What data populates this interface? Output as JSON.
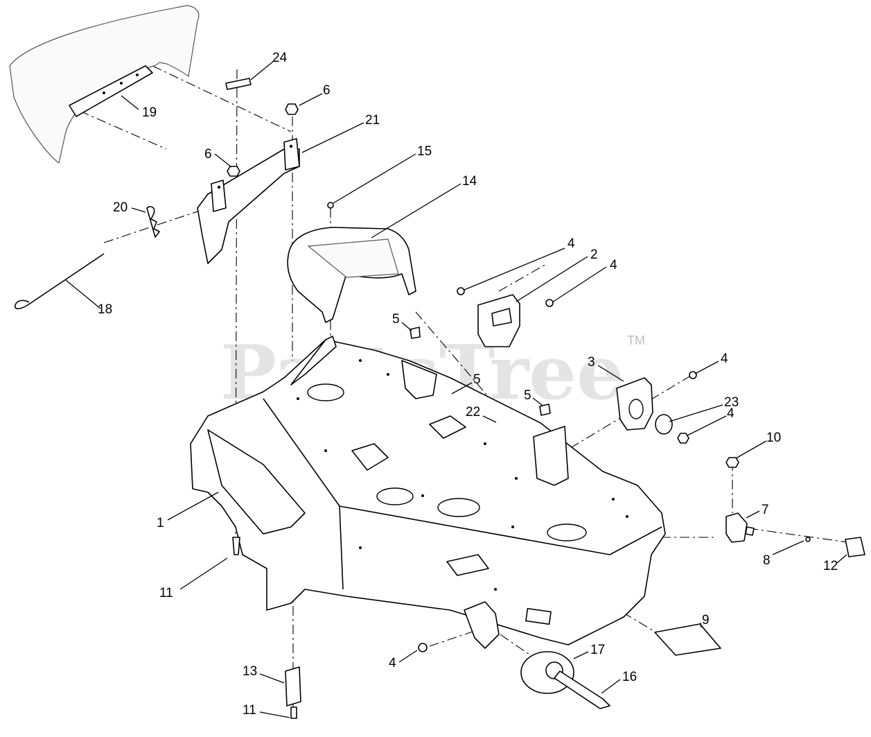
{
  "watermark": {
    "text": "PartsTree",
    "trademark": "TM"
  },
  "callouts": [
    {
      "id": "c1",
      "label": "1"
    },
    {
      "id": "c2",
      "label": "2"
    },
    {
      "id": "c3",
      "label": "3"
    },
    {
      "id": "c4a",
      "label": "4"
    },
    {
      "id": "c4b",
      "label": "4"
    },
    {
      "id": "c4c",
      "label": "4"
    },
    {
      "id": "c4d",
      "label": "4"
    },
    {
      "id": "c4e",
      "label": "4"
    },
    {
      "id": "c5a",
      "label": "5"
    },
    {
      "id": "c5b",
      "label": "5"
    },
    {
      "id": "c5c",
      "label": "5"
    },
    {
      "id": "c6a",
      "label": "6"
    },
    {
      "id": "c6b",
      "label": "6"
    },
    {
      "id": "c7",
      "label": "7"
    },
    {
      "id": "c8",
      "label": "8"
    },
    {
      "id": "c9",
      "label": "9"
    },
    {
      "id": "c10",
      "label": "10"
    },
    {
      "id": "c11a",
      "label": "11"
    },
    {
      "id": "c11b",
      "label": "11"
    },
    {
      "id": "c12",
      "label": "12"
    },
    {
      "id": "c13",
      "label": "13"
    },
    {
      "id": "c14",
      "label": "14"
    },
    {
      "id": "c15",
      "label": "15"
    },
    {
      "id": "c16",
      "label": "16"
    },
    {
      "id": "c17",
      "label": "17"
    },
    {
      "id": "c18",
      "label": "18"
    },
    {
      "id": "c19",
      "label": "19"
    },
    {
      "id": "c20",
      "label": "20"
    },
    {
      "id": "c21",
      "label": "21"
    },
    {
      "id": "c22",
      "label": "22"
    },
    {
      "id": "c23",
      "label": "23"
    },
    {
      "id": "c24",
      "label": "24"
    }
  ]
}
